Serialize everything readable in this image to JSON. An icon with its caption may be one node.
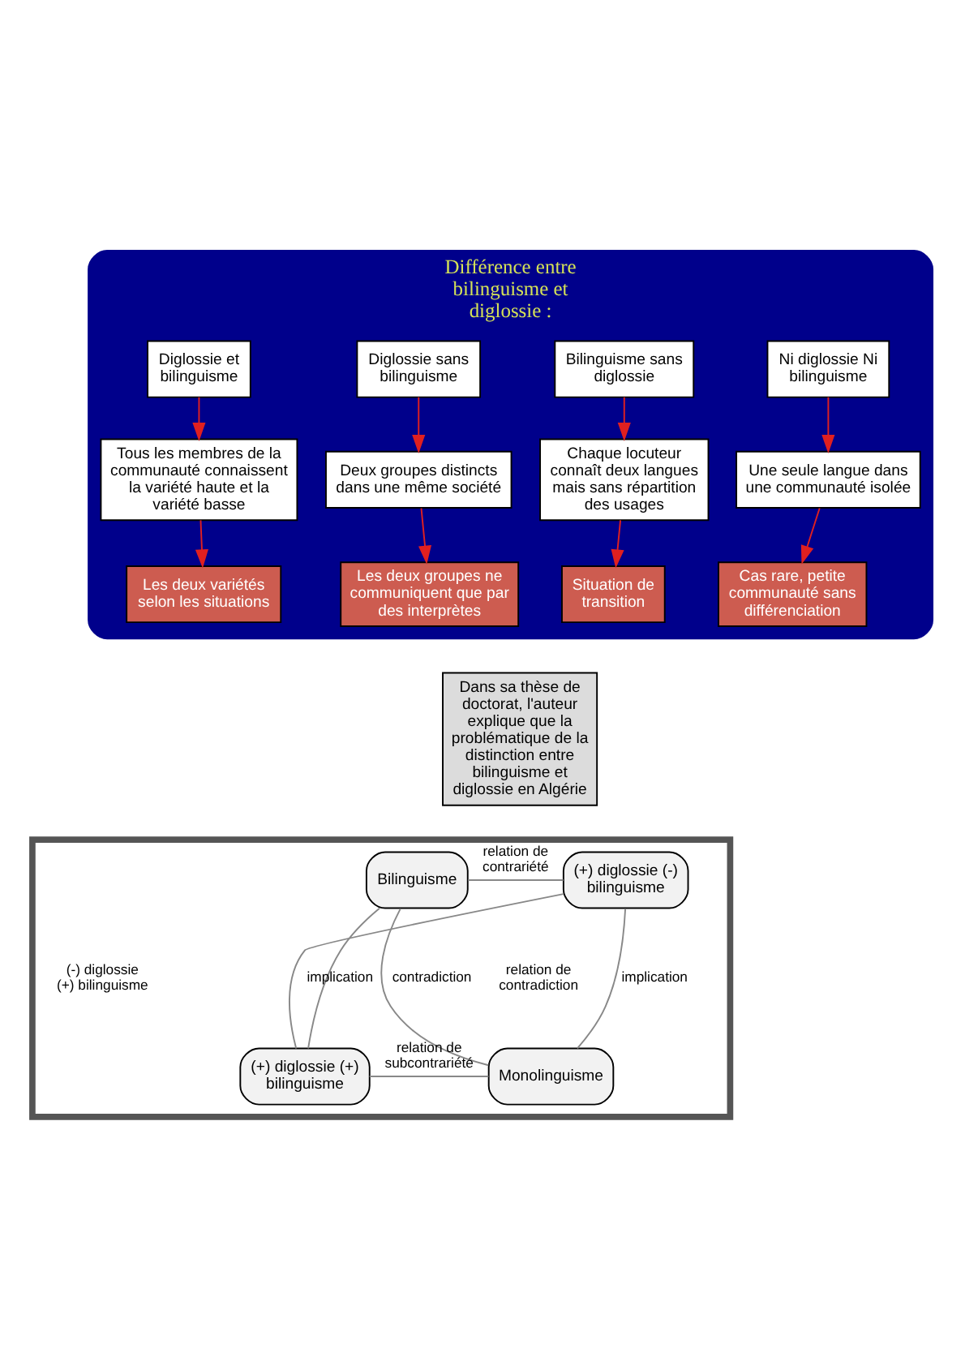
{
  "diagram": {
    "nodes": [
      {
        "text": [
          "Différence entre bilinguisme et diglossie :"
        ]
      },
      {
        "text": [
          "Diglossie et bilinguisme"
        ],
        "in": 0
      },
      {
        "text": [
          "Diglossie sans bilinguisme"
        ],
        "in": 0
      },
      {
        "text": [
          "Bilinguisme sans diglossie"
        ],
        "in": 0
      },
      {
        "text": [
          "Ni diglossie Ni bilinguisme"
        ],
        "in": 0
      },
      {
        "text": [
          "Tous les membres de la communauté connaissent la variété haute et la variété basse"
        ],
        "in": 0
      },
      {
        "text": [
          "Deux groupes distincts dans une même société"
        ],
        "in": 0
      },
      {
        "text": [
          "Chaque locuteur connaît deux langues mais sans répartition des usages"
        ],
        "in": 0
      },
      {
        "text": [
          "Une seule langue dans une communauté isolée"
        ],
        "in": 0
      },
      {
        "text": [
          "Les deux variétés selon les situations"
        ],
        "in": 0
      },
      {
        "text": [
          "Les deux groupes ne communiquent que par des interprètes"
        ],
        "in": 0
      },
      {
        "text": [
          "Situation de transition"
        ],
        "in": 0
      },
      {
        "text": [
          "Cas rare, petite communauté sans différenciation"
        ],
        "in": 0
      },
      {
        "text": [
          "Dans sa thèse de doctorat, l'auteur explique que la problématique de la distinction entre bilinguisme et diglossie en Algérie"
        ]
      },
      {
        "text": [],
        "shape": "box"
      },
      {
        "text": [
          "Bilinguisme"
        ],
        "in": 14
      },
      {
        "text": [
          "(+) diglossie (-) bilinguisme"
        ],
        "in": 14
      },
      {
        "text": [
          "(+) diglossie (+) bilinguisme"
        ],
        "in": 14
      },
      {
        "text": [
          "Monolinguisme"
        ],
        "in": 14
      }
    ],
    "edges": [
      {
        "from": 1,
        "to": 5,
        "arrow": "to",
        "color": "#e02020"
      },
      {
        "from": 2,
        "to": 6,
        "arrow": "to",
        "color": "#e02020"
      },
      {
        "from": 3,
        "to": 7,
        "arrow": "to",
        "color": "#e02020"
      },
      {
        "from": 4,
        "to": 8,
        "arrow": "to",
        "color": "#e02020"
      },
      {
        "from": 5,
        "to": 9,
        "arrow": "to",
        "color": "#e02020"
      },
      {
        "from": 6,
        "to": 10,
        "arrow": "to",
        "color": "#e02020"
      },
      {
        "from": 7,
        "to": 11,
        "arrow": "to",
        "color": "#e02020"
      },
      {
        "from": 8,
        "to": 12,
        "arrow": "to",
        "color": "#e02020"
      },
      {
        "from": 15,
        "to": 16,
        "arrow": "none",
        "label": "relation de contrariété",
        "color": "#888888"
      },
      {
        "from": 15,
        "to": 17,
        "arrow": "none",
        "color": "#888888"
      },
      {
        "from": 15,
        "to": 18,
        "arrow": "none",
        "label": "contradiction",
        "color": "#888888"
      },
      {
        "from": 17,
        "to": 16,
        "arrow": "none",
        "label": "implication",
        "color": "#888888"
      },
      {
        "from": 16,
        "to": 18,
        "arrow": "none",
        "label": "implication",
        "color": "#888888"
      },
      {
        "from": 17,
        "to": 18,
        "arrow": "none",
        "label": "relation de subcontrariété",
        "color": "#888888"
      }
    ],
    "labels": [
      "(-) diglossie (+) bilinguisme",
      "relation de contradiction"
    ]
  }
}
